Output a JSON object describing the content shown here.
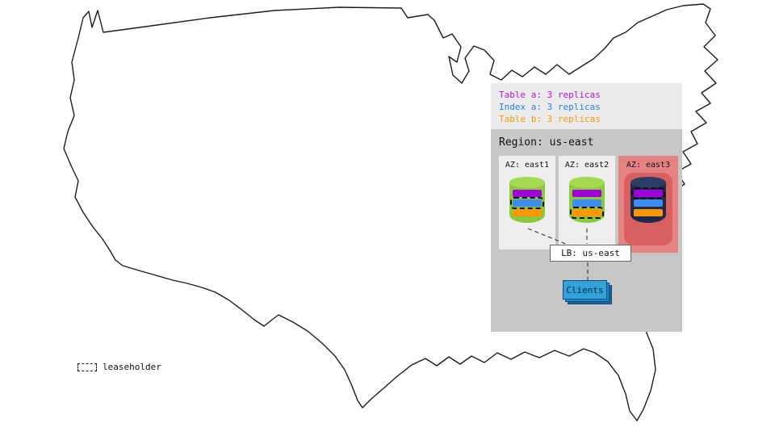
{
  "replica_legend": {
    "items": [
      {
        "label": "Table a: 3 replicas",
        "color": "#b514d6"
      },
      {
        "label": "Index a: 3 replicas",
        "color": "#2f7fe6"
      },
      {
        "label": "Table b: 3 replicas",
        "color": "#ff9800"
      }
    ]
  },
  "region": {
    "title": "Region: us-east",
    "azs": [
      {
        "label": "AZ: east1",
        "failed": false,
        "bg": "#eeeeee",
        "cylinder": {
          "top": "#a5da50",
          "body": "#8cc83c"
        },
        "bars": [
          {
            "name": "table-a-replica",
            "color": "#9d00d8",
            "leaseholder": false
          },
          {
            "name": "index-a-replica",
            "color": "#3d8ef0",
            "leaseholder": true
          },
          {
            "name": "table-b-replica",
            "color": "#ff9800",
            "leaseholder": false
          }
        ]
      },
      {
        "label": "AZ: east2",
        "failed": false,
        "bg": "#eeeeee",
        "cylinder": {
          "top": "#a5da50",
          "body": "#8cc83c"
        },
        "bars": [
          {
            "name": "table-a-replica",
            "color": "#9d00d8",
            "leaseholder": false
          },
          {
            "name": "index-a-replica",
            "color": "#3d8ef0",
            "leaseholder": false
          },
          {
            "name": "table-b-replica",
            "color": "#ff9800",
            "leaseholder": true
          }
        ]
      },
      {
        "label": "AZ: east3",
        "failed": true,
        "bg": "#e58282",
        "inner_highlight": "#d96060",
        "cylinder": {
          "top": "#2d3c66",
          "body": "#1f2a4a"
        },
        "bars": [
          {
            "name": "table-a-replica",
            "color": "#9d00d8",
            "leaseholder": true
          },
          {
            "name": "index-a-replica",
            "color": "#3d8ef0",
            "leaseholder": false
          },
          {
            "name": "table-b-replica",
            "color": "#ff9800",
            "leaseholder": false
          }
        ]
      }
    ],
    "lb": {
      "label": "LB: us-east",
      "bg": "#ffffff"
    },
    "clients": {
      "label": "Clients",
      "front": "#33a1da",
      "mid": "#1f86c2",
      "back": "#14659e"
    }
  },
  "map_legend": {
    "label": "leaseholder"
  },
  "colors": {
    "panel_legend_bg": "#ebebeb",
    "region_bg": "#c7c7c7",
    "connector": "#444444",
    "map_outline": "#1c1c1c"
  }
}
